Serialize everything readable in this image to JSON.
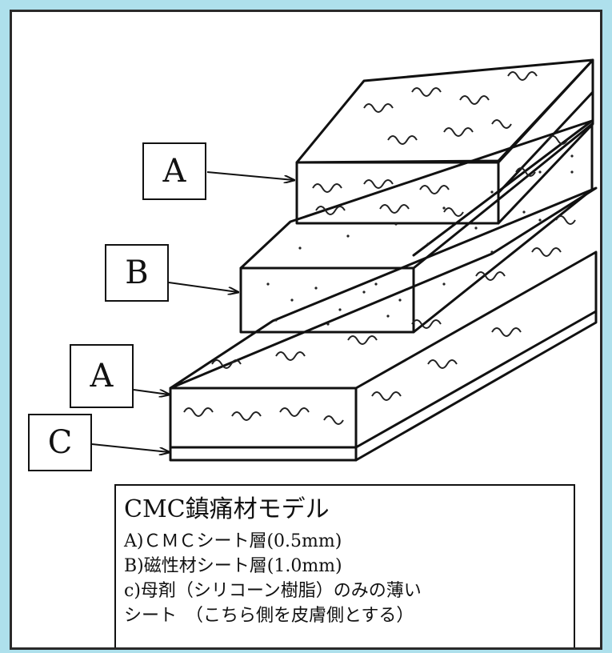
{
  "labels": {
    "a_top": "A",
    "b": "B",
    "a_bottom": "A",
    "c": "C"
  },
  "legend": {
    "title": "CMC鎮痛材モデル",
    "lines": [
      "A)ＣＭＣシート層(0.5mm)",
      "B)磁性材シート層(1.0mm)",
      "c)母剤（シリコーン樹脂）のみの薄い",
      "シート　（こちら側を皮膚側とする）"
    ]
  },
  "colors": {
    "frame": "#aee0ec",
    "ink": "#111111",
    "paper": "#ffffff"
  }
}
